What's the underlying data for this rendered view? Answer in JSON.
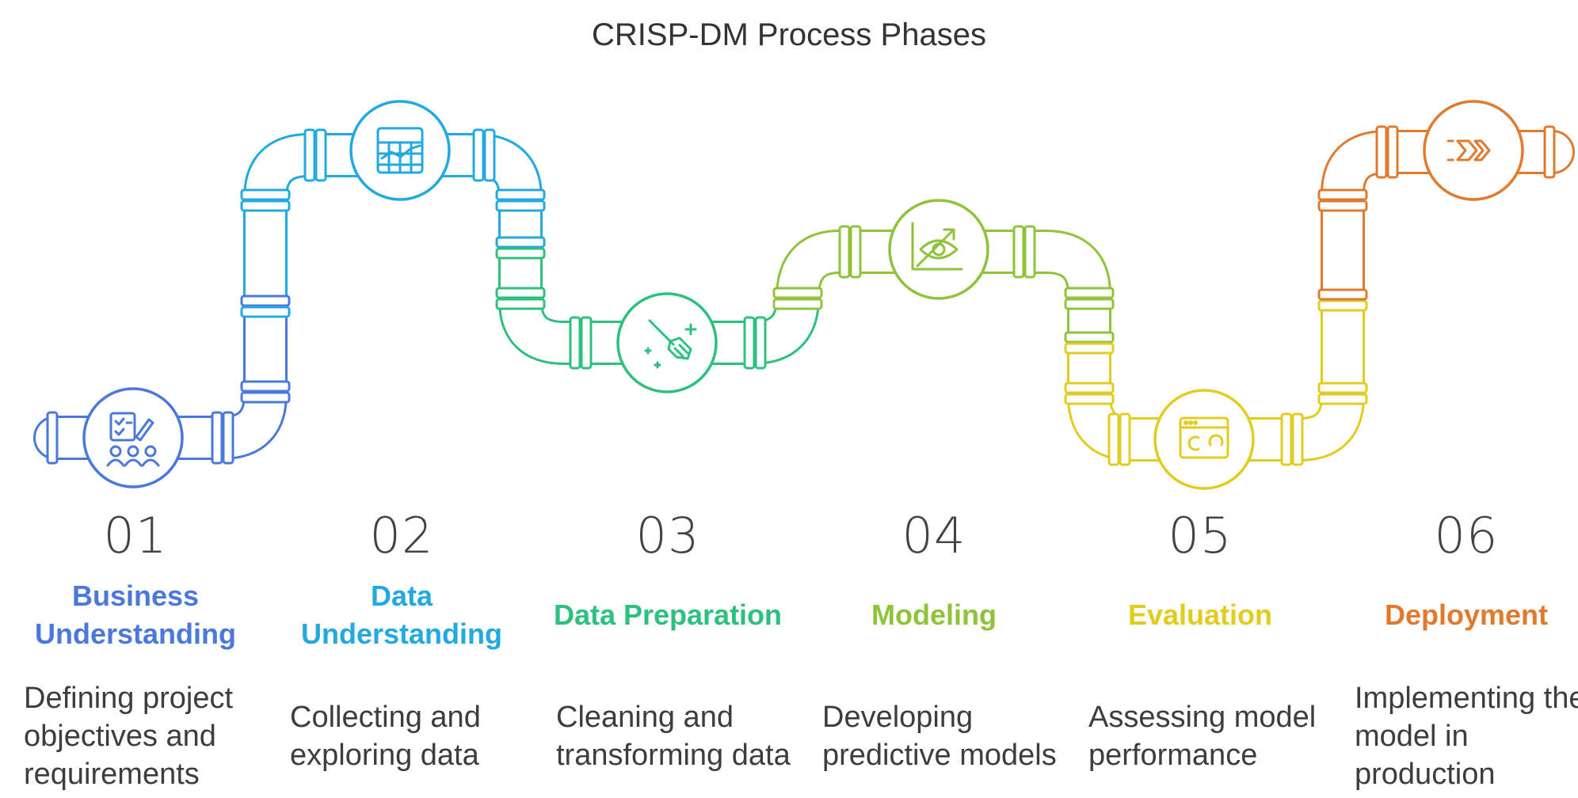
{
  "title": "CRISP-DM Process Phases",
  "phases": [
    {
      "number": "01",
      "name": "Business Understanding",
      "description": "Defining project objectives and requirements",
      "color": "#4a78dc",
      "icon": "requirements-team-icon"
    },
    {
      "number": "02",
      "name": "Data Understanding",
      "description": "Collecting and exploring data",
      "color": "#22a9e0",
      "icon": "data-chart-icon"
    },
    {
      "number": "03",
      "name": "Data Preparation",
      "description": "Cleaning and transforming data",
      "color": "#2ec07e",
      "icon": "broom-cleaning-icon"
    },
    {
      "number": "04",
      "name": "Modeling",
      "description": "Developing predictive models",
      "color": "#8fc33a",
      "icon": "eye-analysis-icon"
    },
    {
      "number": "05",
      "name": "Evaluation",
      "description": "Assessing model performance",
      "color": "#e2cc1f",
      "icon": "performance-window-icon"
    },
    {
      "number": "06",
      "name": "Deployment",
      "description": "Implementing the model in production",
      "color": "#e07b2e",
      "icon": "forward-arrows-icon"
    }
  ]
}
